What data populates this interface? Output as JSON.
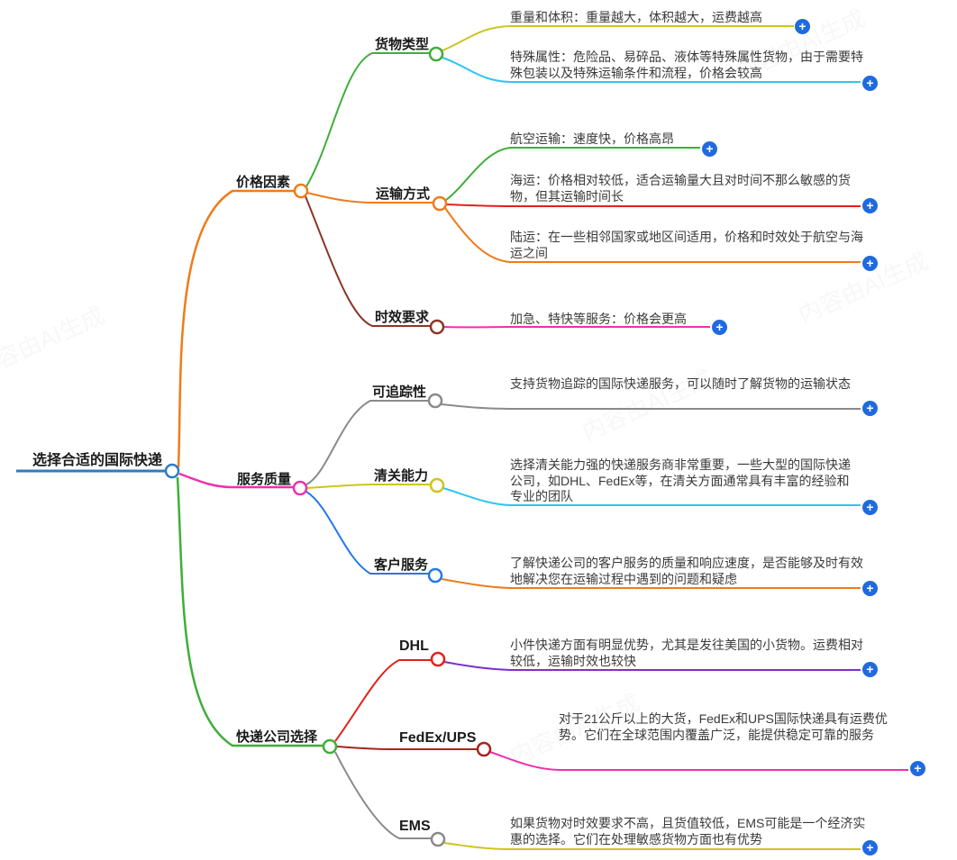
{
  "palette": {
    "root_blue": "#2f7bc3",
    "orange": "#ef7b1a",
    "green": "#3fae3a",
    "dark_brown": "#8b3626",
    "magenta": "#ef2fae",
    "yellow": "#cfc41d",
    "cyan": "#2fc6f0",
    "red": "#e32119",
    "gray": "#8a8a8a",
    "blue": "#2478e8",
    "purple": "#7b2fd2",
    "dark_red": "#a8231c",
    "plus_blue": "#1f6ae0"
  },
  "glyphs": {
    "plus": "+"
  },
  "watermark": {
    "text": "内容由AI生成"
  },
  "mindmap": {
    "root": {
      "label": "选择合适的国际快递"
    },
    "branches": [
      {
        "label": "价格因素",
        "children": [
          {
            "label": "货物类型",
            "leaves": [
              {
                "text": "重量和体积：重量越大，体积越大，运费越高"
              },
              {
                "text": "特殊属性：危险品、易碎品、液体等特殊属性货物，由于需要特殊包装以及特殊运输条件和流程，价格会较高"
              }
            ]
          },
          {
            "label": "运输方式",
            "leaves": [
              {
                "text": "航空运输：速度快，价格高昂"
              },
              {
                "text": "海运：价格相对较低，适合运输量大且对时间不那么敏感的货物，但其运输时间长"
              },
              {
                "text": "陆运：在一些相邻国家或地区间适用，价格和时效处于航空与海运之间"
              }
            ]
          },
          {
            "label": "时效要求",
            "leaves": [
              {
                "text": "加急、特快等服务：价格会更高"
              }
            ]
          }
        ]
      },
      {
        "label": "服务质量",
        "children": [
          {
            "label": "可追踪性",
            "leaves": [
              {
                "text": "支持货物追踪的国际快递服务，可以随时了解货物的运输状态"
              }
            ]
          },
          {
            "label": "清关能力",
            "leaves": [
              {
                "text": "选择清关能力强的快递服务商非常重要，一些大型的国际快递公司，如DHL、FedEx等，在清关方面通常具有丰富的经验和专业的团队"
              }
            ]
          },
          {
            "label": "客户服务",
            "leaves": [
              {
                "text": "了解快递公司的客户服务的质量和响应速度，是否能够及时有效地解决您在运输过程中遇到的问题和疑虑"
              }
            ]
          }
        ]
      },
      {
        "label": "快递公司选择",
        "children": [
          {
            "label": "DHL",
            "leaves": [
              {
                "text": "小件快递方面有明显优势，尤其是发往美国的小货物。运费相对较低，运输时效也较快"
              }
            ]
          },
          {
            "label": "FedEx/UPS",
            "leaves": [
              {
                "text": "对于21公斤以上的大货，FedEx和UPS国际快递具有运费优势。它们在全球范围内覆盖广泛，能提供稳定可靠的服务"
              }
            ]
          },
          {
            "label": "EMS",
            "leaves": [
              {
                "text": "如果货物对时效要求不高，且货值较低，EMS可能是一个经济实惠的选择。它们在处理敏感货物方面也有优势"
              }
            ]
          }
        ]
      }
    ]
  }
}
